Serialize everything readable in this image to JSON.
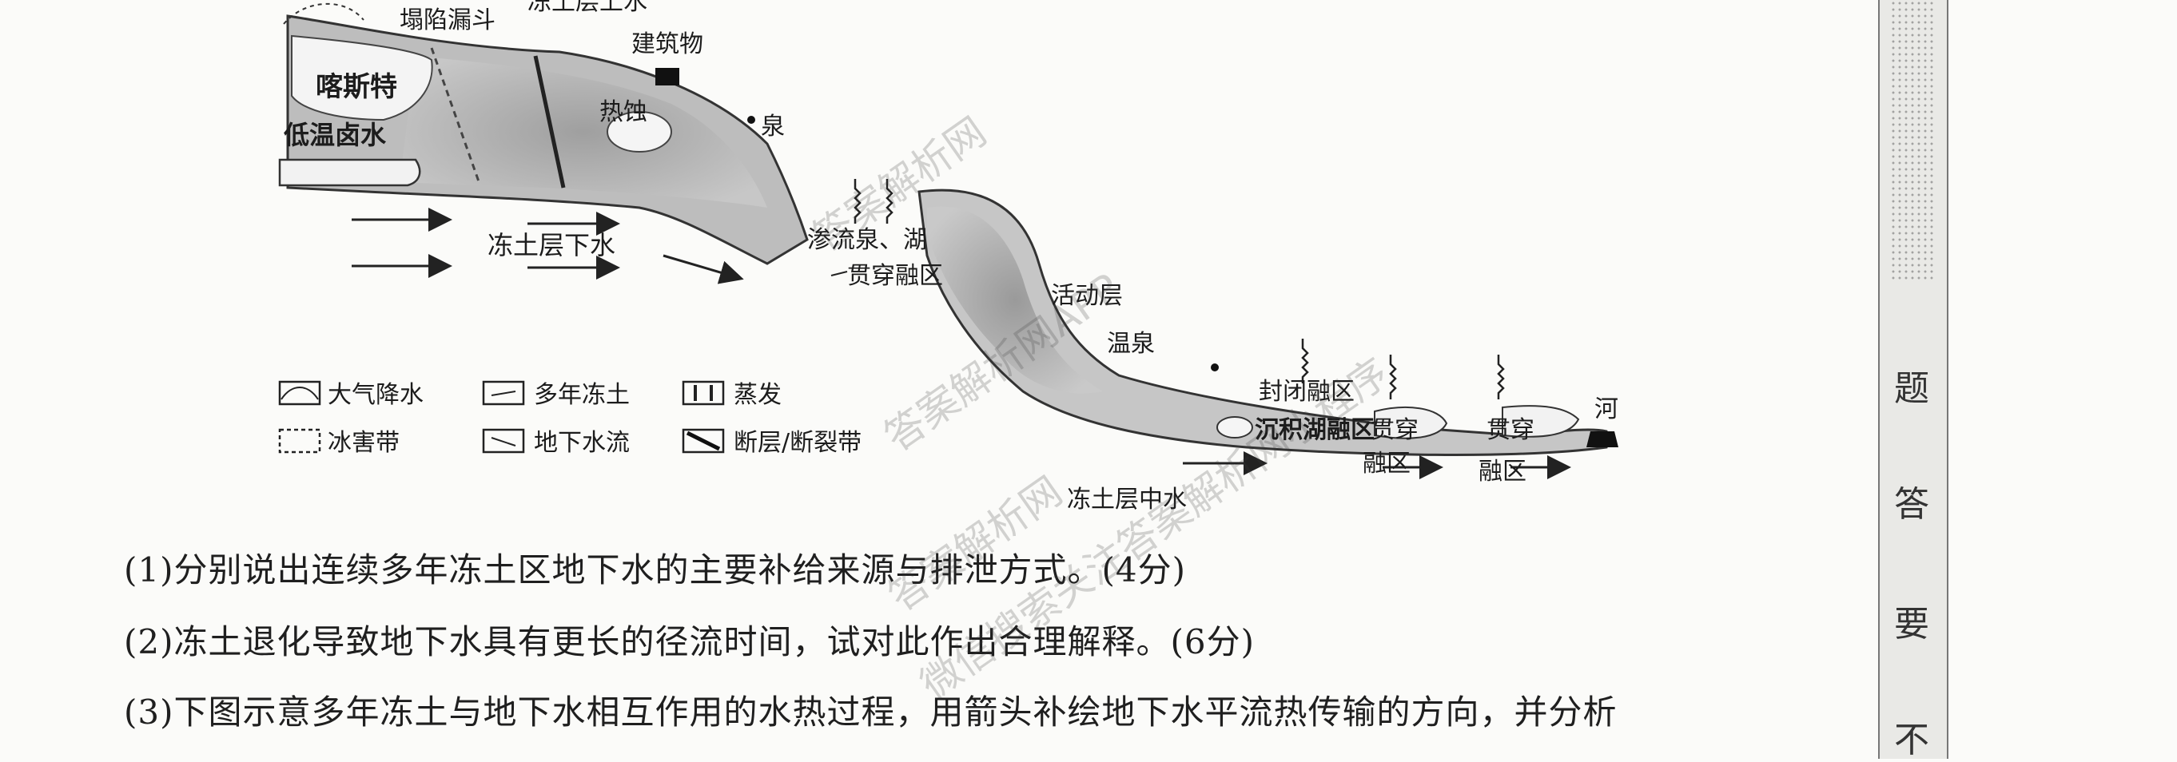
{
  "diagram": {
    "labels": {
      "collapse_funnel": "塌陷漏斗",
      "suprapermafrost_water_top": "冻土层上水",
      "building": "建筑物",
      "karst": "喀斯特",
      "thermokarst": "热蚀",
      "low_temp_brine": "低温卤水",
      "spring": "泉",
      "subpermafrost_water": "冻土层下水",
      "seepage_spring_lake": "渗流泉、湖",
      "through_talik": "贯穿融区",
      "active_layer": "活动层",
      "hot_spring": "温泉",
      "closed_talik": "封闭融区",
      "sediment_lake_talik": "沉积湖融区",
      "through_talik_2a": "贯穿",
      "through_talik_2b": "融区",
      "through_talik_3a": "贯穿",
      "through_talik_3b": "融区",
      "intrapermafrost_water": "冻土层中水",
      "river": "河"
    },
    "legend": [
      {
        "key": "precip",
        "label": "大气降水"
      },
      {
        "key": "permafrost",
        "label": "多年冻土"
      },
      {
        "key": "evap",
        "label": "蒸发"
      },
      {
        "key": "icing",
        "label": "冰害带"
      },
      {
        "key": "gwflow",
        "label": "地下水流"
      },
      {
        "key": "fault",
        "label": "断层/断裂带"
      }
    ]
  },
  "questions": {
    "q1": "(1)分别说出连续多年冻土区地下水的主要补给来源与排泄方式。(4分)",
    "q2": "(2)冻土退化导致地下水具有更长的径流时间，试对此作出合理解释。(6分)",
    "q3": "(3)下图示意多年冻土与地下水相互作用的水热过程，用箭头补绘地下水平流热传输的方向，并分析"
  },
  "sidebar": {
    "chars": [
      "题",
      "答",
      "要",
      "不"
    ]
  },
  "watermarks": [
    "答案解析网",
    "答案解析网APP",
    "答案解析网",
    "微信搜索关注答案解析网小程序"
  ]
}
